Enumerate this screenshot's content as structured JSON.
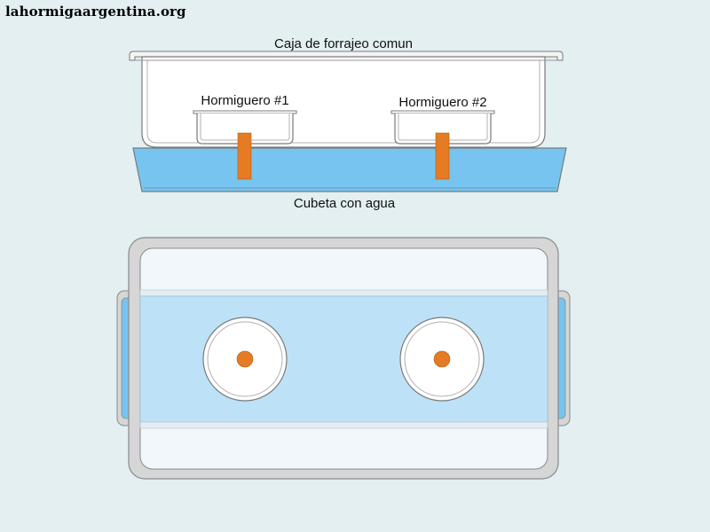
{
  "watermark": "lahormigaargentina.org",
  "labels": {
    "foraging_box": "Caja de forrajeo comun",
    "nest_1": "Hormiguero #1",
    "nest_2": "Hormiguero #2",
    "water_tray": "Cubeta con agua"
  },
  "colors": {
    "background": "#e3eff1",
    "water": "#76c4ef",
    "water_light": "#bde2f7",
    "box_fill": "#ffffff",
    "box_stroke": "#7a7a7a",
    "wood_bridge": "#e57b22",
    "frame_gray": "#cfcfcf"
  }
}
